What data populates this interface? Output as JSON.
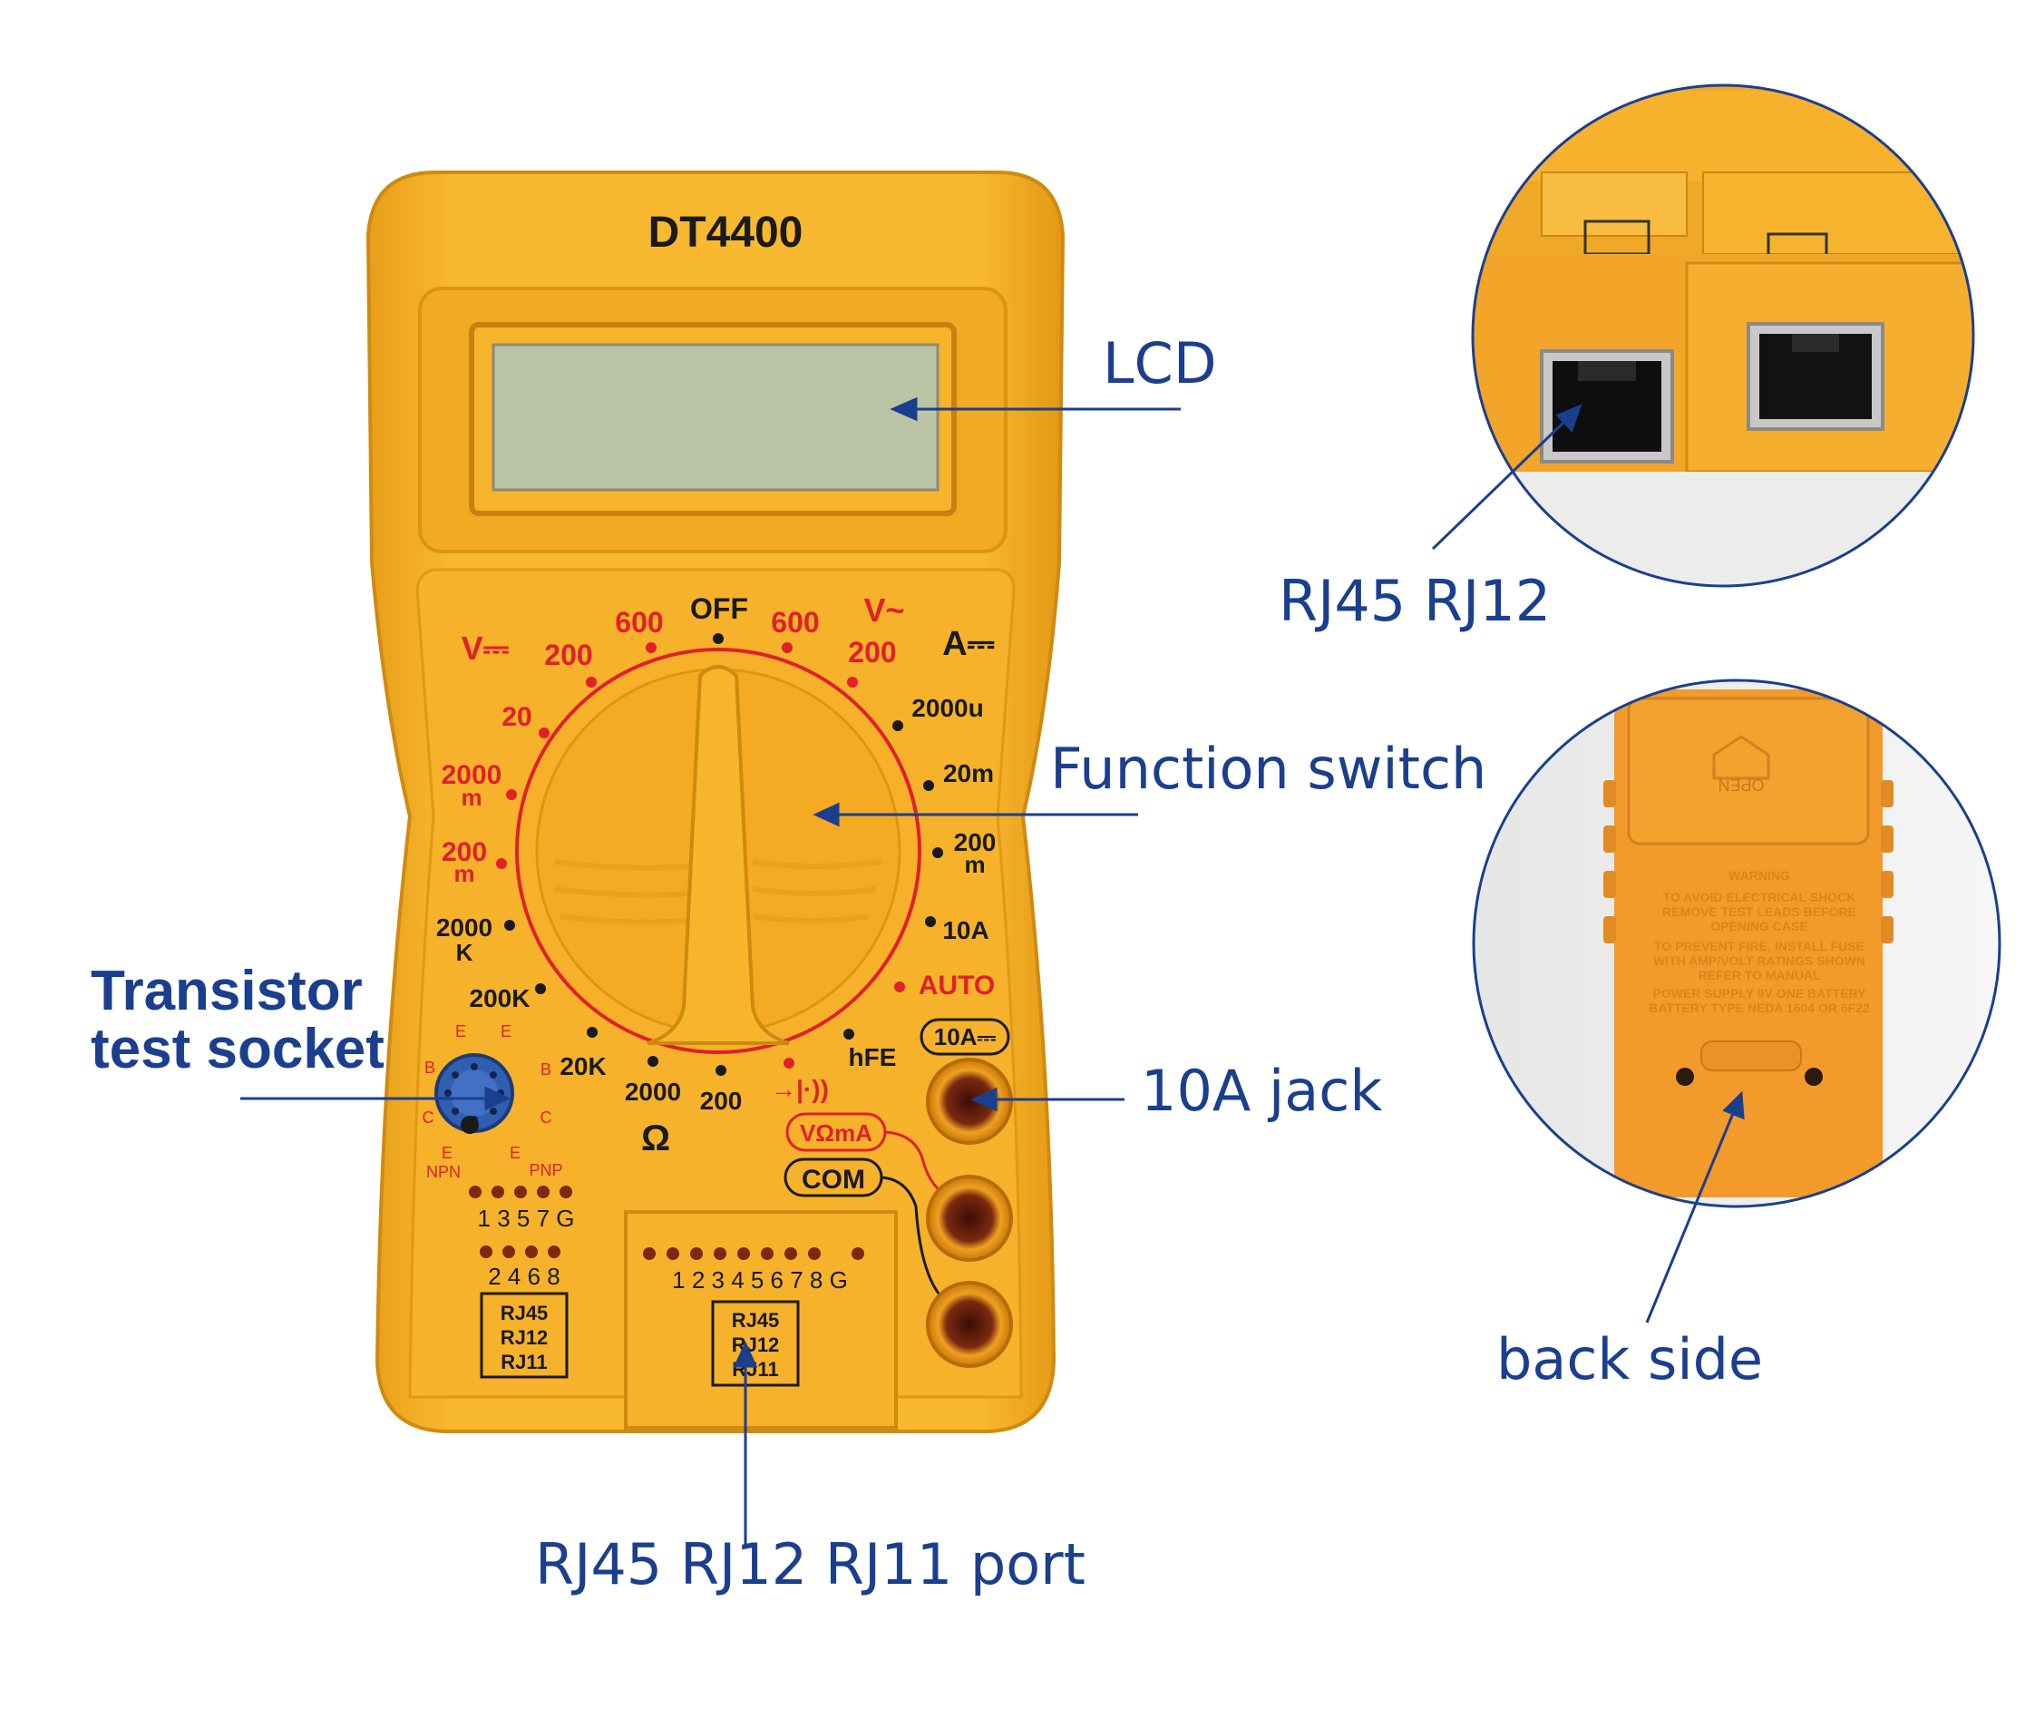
{
  "meter": {
    "model": "DT4400",
    "dial": {
      "off": "OFF",
      "dcv_symbol": "V⎓",
      "acv_symbol": "V~",
      "dca_symbol": "A⎓",
      "dcv_600": "600",
      "dcv_200": "200",
      "dcv_20": "20",
      "dcv_2000m_a": "2000",
      "dcv_2000m_b": "m",
      "dcv_200m_a": "200",
      "dcv_200m_b": "m",
      "ohm_2000k_a": "2000",
      "ohm_2000k_b": "K",
      "ohm_200k": "200K",
      "ohm_20k": "20K",
      "ohm_2000": "2000",
      "ohm_200": "200",
      "ohm_symbol": "Ω",
      "acv_600": "600",
      "acv_200": "200",
      "dca_2000u": "2000u",
      "dca_20m": "20m",
      "dca_200m_a": "200",
      "dca_200m_b": "m",
      "dca_10a": "10A",
      "auto": "AUTO",
      "hfe": "hFE",
      "diode_symbol": "→|·))"
    },
    "jacks": {
      "ten_a": "10A⎓",
      "vohm": "VΩmA",
      "com": "COM"
    },
    "transistor": {
      "b_left": "B",
      "b_right": "B",
      "c_left": "C",
      "c_right": "C",
      "e_tl": "E",
      "e_tr": "E",
      "e_bl": "E",
      "e_br": "E",
      "npn": "NPN",
      "pnp": "PNP"
    },
    "pins_odd": "1 3 5 7 G",
    "pins_even": "2 4 6 8",
    "pins_port": "1 2 3 4 5 6 7 8 G",
    "label_box": [
      "RJ45",
      "RJ12",
      "RJ11"
    ]
  },
  "back": {
    "open_label": "OPEN",
    "warning_title": "WARNING",
    "warning_lines": [
      "TO AVOID ELECTRICAL SHOCK",
      "REMOVE TEST LEADS BEFORE",
      "OPENING CASE",
      "TO PREVENT FIRE, INSTALL FUSE",
      "WITH AMP/VOLT RATINGS SHOWN",
      "REFER TO MANUAL",
      "POWER SUPPLY 9V ONE BATTERY",
      "BATTERY TYPE NEDA 1604 OR 6F22"
    ]
  },
  "callouts": {
    "lcd": "LCD",
    "function_switch": "Function switch",
    "transistor_line1": "Transistor",
    "transistor_line2": "test socket",
    "ten_a_jack": "10A jack",
    "port": "RJ45 RJ12 RJ11 port",
    "rj45_rj12": "RJ45 RJ12",
    "back_side": "back side"
  },
  "colors": {
    "body": "#f8b52e",
    "dial_red": "#e0202a",
    "lcd": "#bcc4a6",
    "jack": "#7a2a10",
    "callout": "#1b3f8f",
    "socket": "#2f5fb0"
  }
}
